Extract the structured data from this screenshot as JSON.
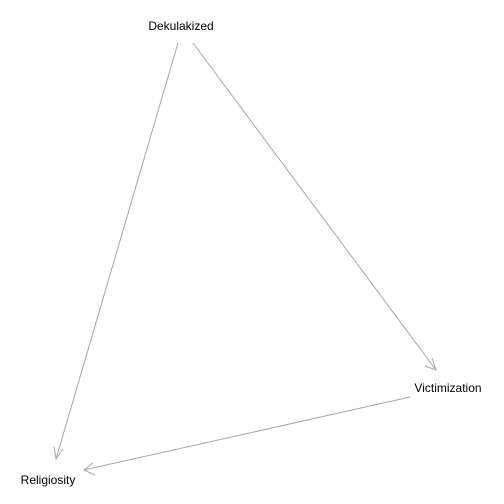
{
  "nodes": [
    {
      "id": "dekulakized",
      "label": "Dekulakized"
    },
    {
      "id": "victimization",
      "label": "Victimization"
    },
    {
      "id": "religiosity",
      "label": "Religiosity"
    }
  ],
  "edges": [
    {
      "from": "dekulakized",
      "to": "religiosity"
    },
    {
      "from": "dekulakized",
      "to": "victimization"
    },
    {
      "from": "victimization",
      "to": "religiosity"
    }
  ],
  "colors": {
    "edge": "#a6a6a6",
    "text": "#000000",
    "background": "#ffffff"
  }
}
